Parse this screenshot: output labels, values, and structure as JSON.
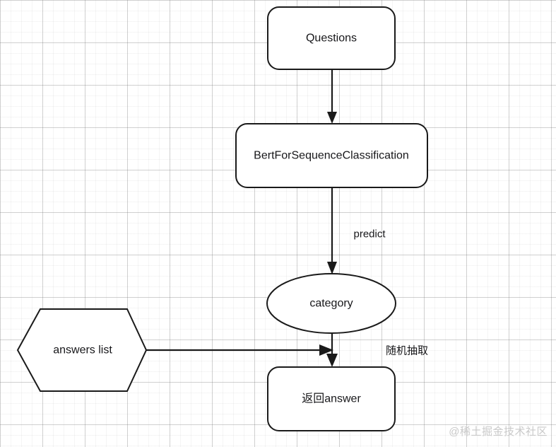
{
  "diagram": {
    "background": "#ffffff",
    "grid_color": "#c8c8c8",
    "stroke_color": "#1a1a1a",
    "text_color": "#17171a",
    "nodes": [
      {
        "id": "questions",
        "label": "Questions",
        "shape": "rounded-rect"
      },
      {
        "id": "bert",
        "label": "BertForSequenceClassification",
        "shape": "rounded-rect"
      },
      {
        "id": "category",
        "label": "category",
        "shape": "ellipse"
      },
      {
        "id": "answers",
        "label": "answers list",
        "shape": "hexagon"
      },
      {
        "id": "return",
        "label": "返回answer",
        "shape": "rounded-rect"
      }
    ],
    "edges": [
      {
        "id": "questions-to-bert",
        "from": "questions",
        "to": "bert",
        "label": ""
      },
      {
        "id": "bert-to-category",
        "from": "bert",
        "to": "category",
        "label": "predict"
      },
      {
        "id": "category-to-return",
        "from": "category",
        "to": "return",
        "label": "随机抽取"
      },
      {
        "id": "answers-to-return",
        "from": "answers",
        "to": "return",
        "label": ""
      }
    ]
  },
  "watermark": {
    "text": "@稀土掘金技术社区"
  }
}
